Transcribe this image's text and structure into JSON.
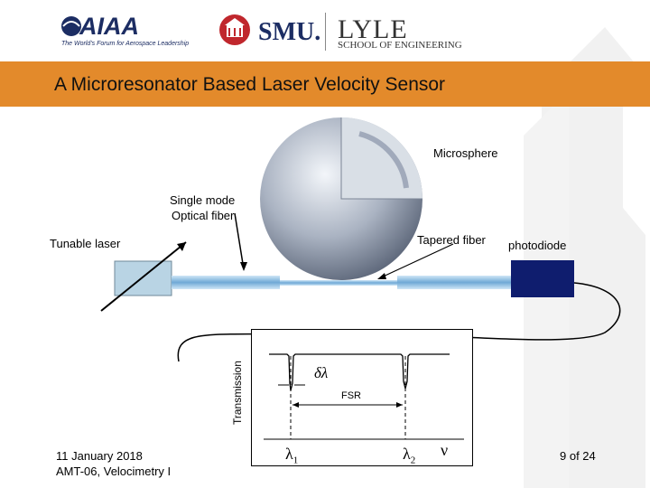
{
  "header": {
    "aiaa_logo_text": "AIAA",
    "aiaa_tagline": "The World's Forum for Aerospace Leadership",
    "smu_text": "SMU.",
    "lyle_text": "LYLE",
    "school_text": "SCHOOL OF ENGINEERING"
  },
  "slide": {
    "title": "A Microresonator Based Laser Velocity Sensor"
  },
  "diagram": {
    "microsphere_label": "Microsphere",
    "single_mode_label_1": "Single mode",
    "single_mode_label_2": "Optical fiber",
    "tunable_laser_label": "Tunable laser",
    "tapered_fiber_label": "Tapered fiber",
    "photodiode_label": "photodiode"
  },
  "spectrum": {
    "ylabel": "Transmission",
    "delta_lambda": "δλ",
    "fsr": "FSR",
    "lambda1": "λ",
    "lambda1_sub": "1",
    "lambda2": "λ",
    "lambda2_sub": "2",
    "nu": "ν"
  },
  "footer": {
    "date": "11 January 2018",
    "event": "AMT-06, Velocimetry I",
    "page": "9 of 24"
  },
  "colors": {
    "banner": "#e38a2b",
    "fiber": "#7fb6dd",
    "laser_box": "#b9d4e4",
    "photodiode": "#0f1d6e",
    "smu_red": "#c0272d"
  }
}
